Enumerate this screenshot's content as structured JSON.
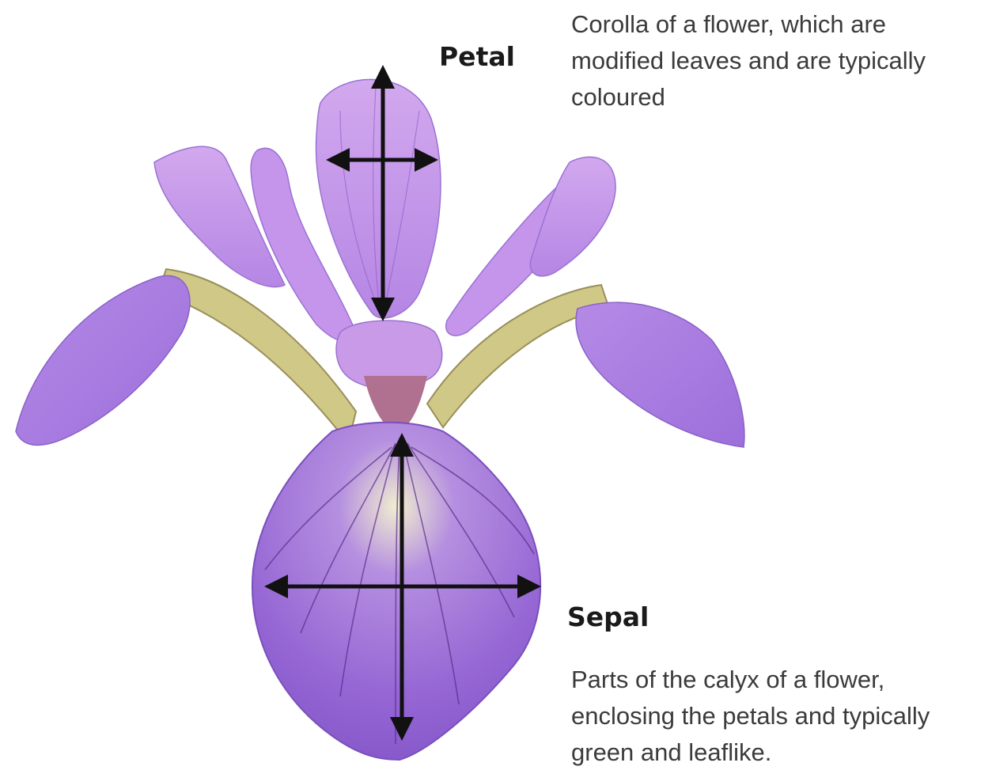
{
  "labels": {
    "petal": "Petal",
    "sepal": "Sepal"
  },
  "descriptions": {
    "petal": [
      "Corolla of a flower, which are",
      "modified leaves and are typically",
      "coloured"
    ],
    "sepal": [
      "Parts of the calyx of a flower,",
      "enclosing the petals and typically",
      "green and leaflike."
    ]
  },
  "colors": {
    "petal_light": "#c89ae8",
    "petal_mid": "#b07fe0",
    "sepal_dark": "#8a5ccb",
    "vein": "#5a2d8c",
    "yellow": "#d8d27a",
    "arrow": "#111111"
  }
}
